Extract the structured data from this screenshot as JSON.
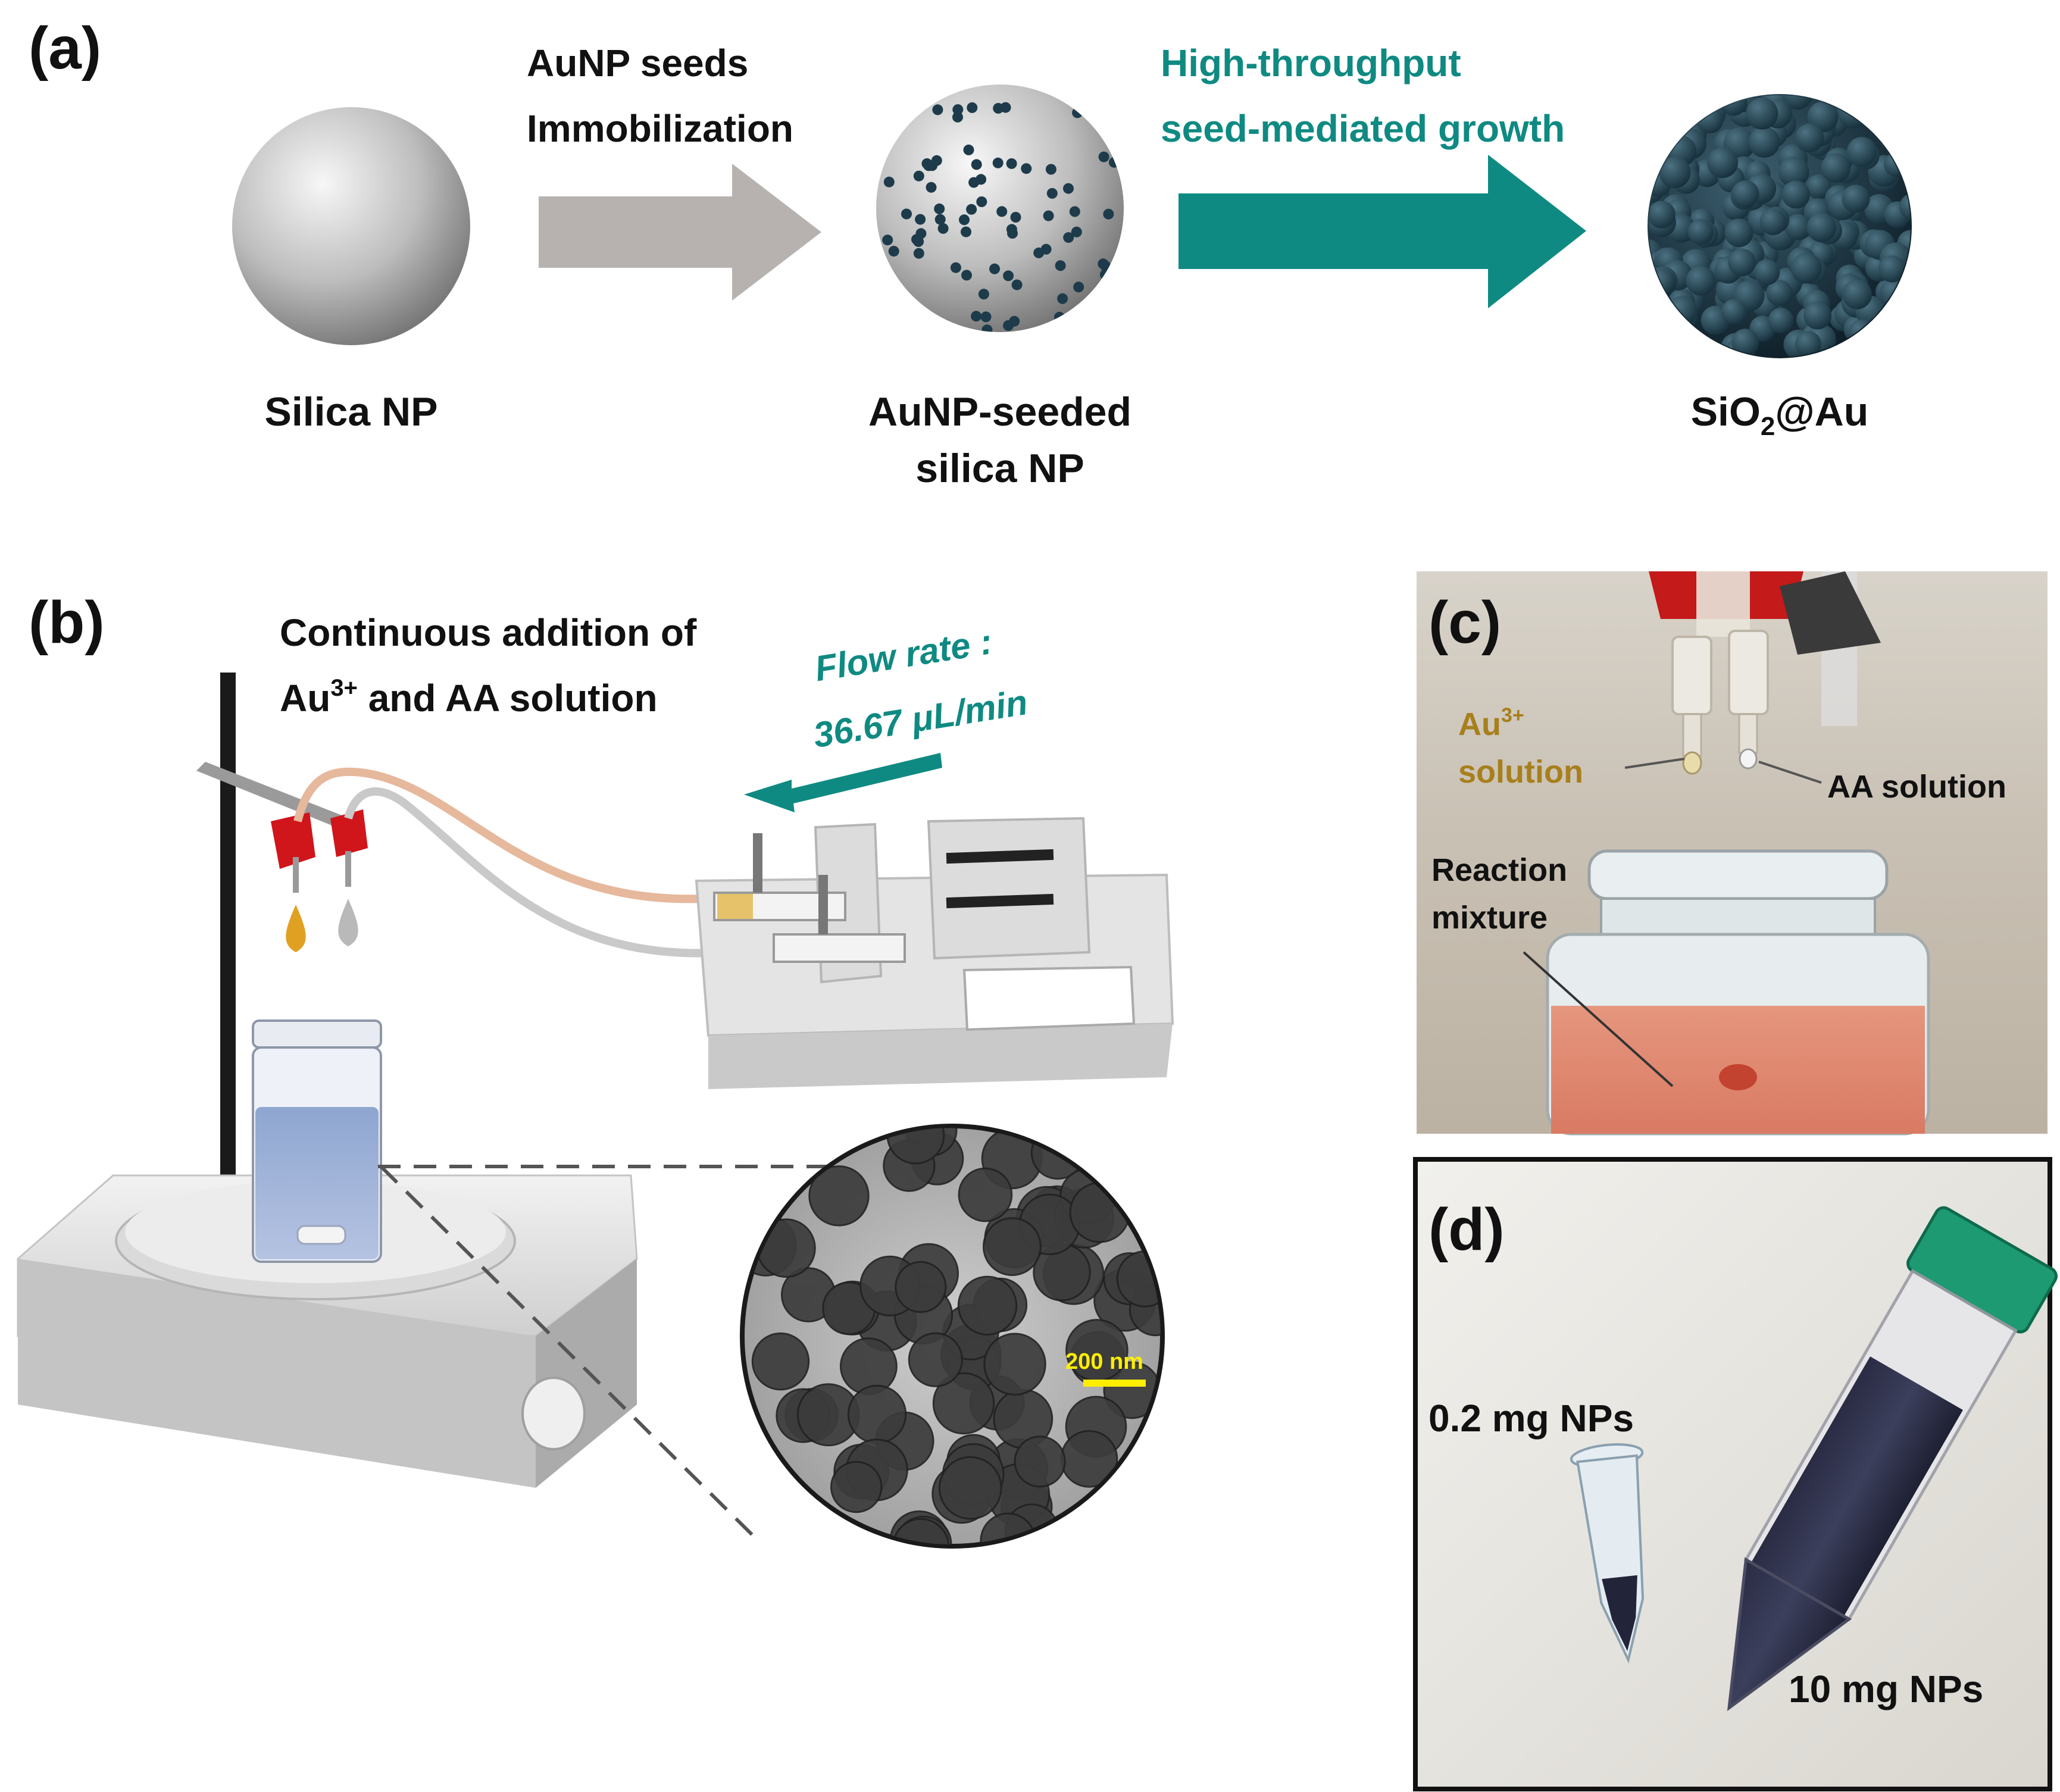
{
  "panel_a": {
    "panel_label": "(a)",
    "step1": {
      "line1": "AuNP seeds",
      "line2": "Immobilization"
    },
    "step2": {
      "line1": "High-throughput",
      "line2": "seed-mediated growth"
    },
    "stage1_label": "Silica NP",
    "stage2_label": {
      "line1": "AuNP-seeded",
      "line2": "silica NP"
    },
    "stage3_label": {
      "prefix": "SiO",
      "subscript": "2",
      "suffix": "@Au"
    }
  },
  "panel_b": {
    "panel_label": "(b)",
    "title": {
      "line1": "Continuous addition of",
      "line2_prefix": "Au",
      "line2_sup": "3+",
      "line2_suffix": " and AA solution"
    },
    "flow_rate": {
      "line1": "Flow rate :",
      "line2": "36.67 μL/min"
    },
    "scale_bar": "200 nm"
  },
  "panel_c": {
    "panel_label": "(c)",
    "au_solution": {
      "prefix": "Au",
      "sup": "3+",
      "line2": "solution"
    },
    "aa_solution": "AA solution",
    "reaction_mixture": {
      "line1": "Reaction",
      "line2": "mixture"
    }
  },
  "panel_d": {
    "panel_label": "(d)",
    "small_label": "0.2 mg NPs",
    "large_label": "10 mg NPs"
  },
  "colors": {
    "teal": "#0f8a82",
    "grey_arrow": "#b7b2b0",
    "gold": "#a77f1c",
    "dark_np": "#1d3b4a",
    "scale_yellow": "#ffee00"
  }
}
